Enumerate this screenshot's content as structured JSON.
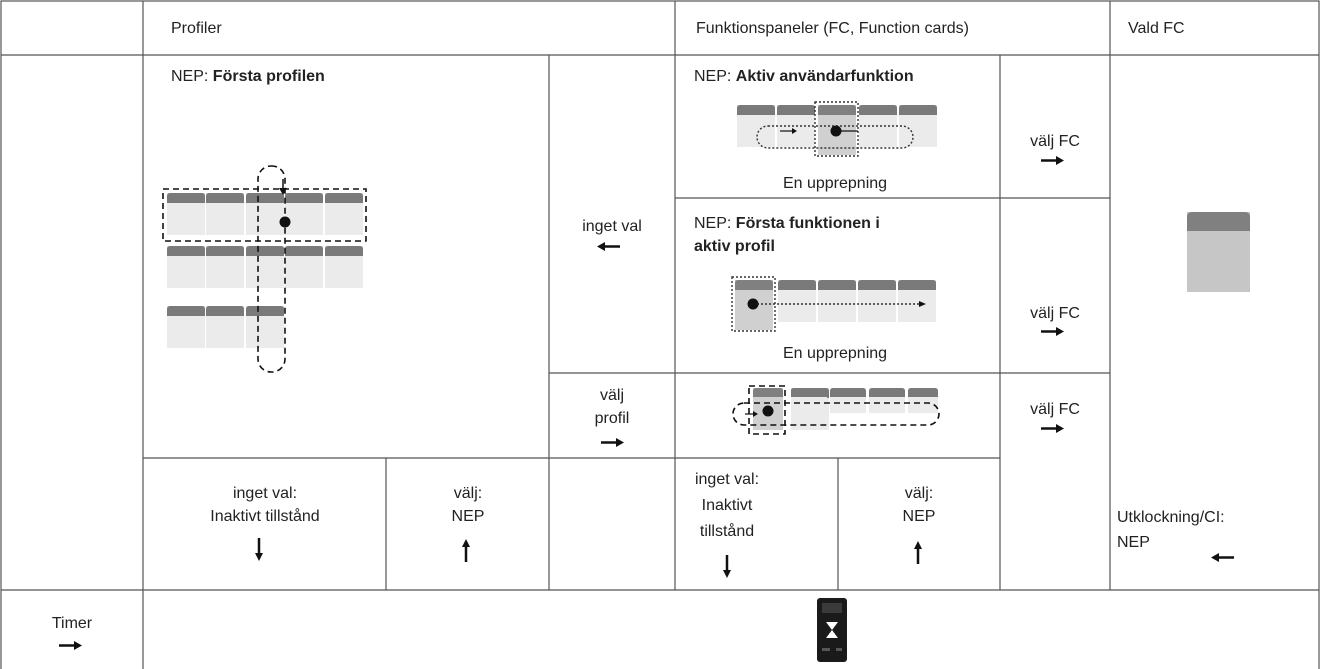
{
  "header": {
    "profiler": "Profiler",
    "funktionspaneler": "Funktionspaneler (FC, Function cards)",
    "vald_fc": "Vald FC"
  },
  "profiles": {
    "prefix": "NEP: ",
    "title": "Första profilen"
  },
  "fc_active": {
    "prefix": "NEP: ",
    "title": "Aktiv användarfunktion",
    "caption": "En upprepning"
  },
  "fc_first": {
    "prefix": "NEP: ",
    "title_line1": "Första funktionen i",
    "title_line2": "aktiv profil",
    "caption": "En upprepning"
  },
  "transitions": {
    "inget_val": "inget val",
    "valj_profil_line1": "välj",
    "valj_profil_line2": "profil",
    "valj_fc": "välj FC"
  },
  "bottom_row": {
    "profiles_inget_val_line1": "inget val:",
    "profiles_inget_val_line2": "Inaktivt tillstånd",
    "profiles_valj_line1": "välj:",
    "profiles_valj_line2": "NEP",
    "fc_inget_val_line1": "inget val:",
    "fc_inget_val_line2": "Inaktivt",
    "fc_inget_val_line3": "tillstånd",
    "fc_valj_line1": "välj:",
    "fc_valj_line2": "NEP"
  },
  "vald_fc": {
    "utklockning_line1": "Utklockning/CI:",
    "utklockning_line2": "NEP"
  },
  "timer": {
    "label": "Timer"
  },
  "colors": {
    "border": "#555555",
    "tab": "#7a7a7a",
    "card": "#ececec",
    "selected_tab": "#808080",
    "selected_card": "#c6c6c6",
    "arrow": "#111111"
  },
  "icons": [
    "arrow-right-icon",
    "arrow-left-icon",
    "arrow-down-icon",
    "arrow-up-icon",
    "hourglass-icon"
  ]
}
